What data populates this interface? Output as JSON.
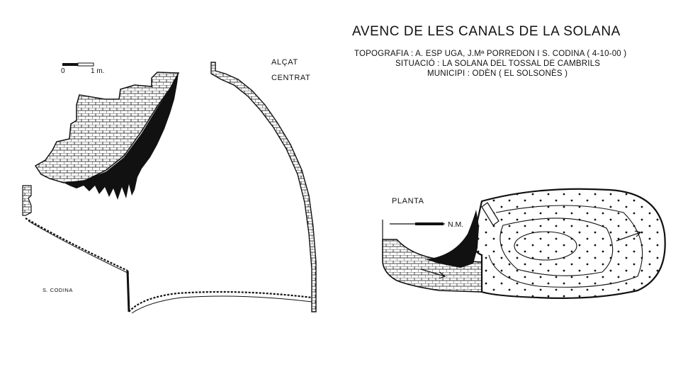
{
  "title": "AVENC DE LES CANALS DE LA SOLANA",
  "header": {
    "topografia": "TOPOGRAFIA : A. ESP UGA,  J.Mª PORREDON  I  S.  CODINA     ( 4-10-00 )",
    "situacio": "SITUACIÓ : LA SOLANA DEL TOSSAL DE CAMBRILS",
    "municipi": "MUNICIPI : ODÈN   ( EL  SOLSONÈS )"
  },
  "section": {
    "label_line1": "ALÇAT",
    "label_line2": "CENTRAT",
    "scale_start": "0",
    "scale_end": "1 m.",
    "author": "S. CODINA"
  },
  "plan": {
    "label": "PLANTA",
    "north_label": "N.M."
  },
  "colors": {
    "ink": "#111111",
    "paper": "#ffffff"
  }
}
